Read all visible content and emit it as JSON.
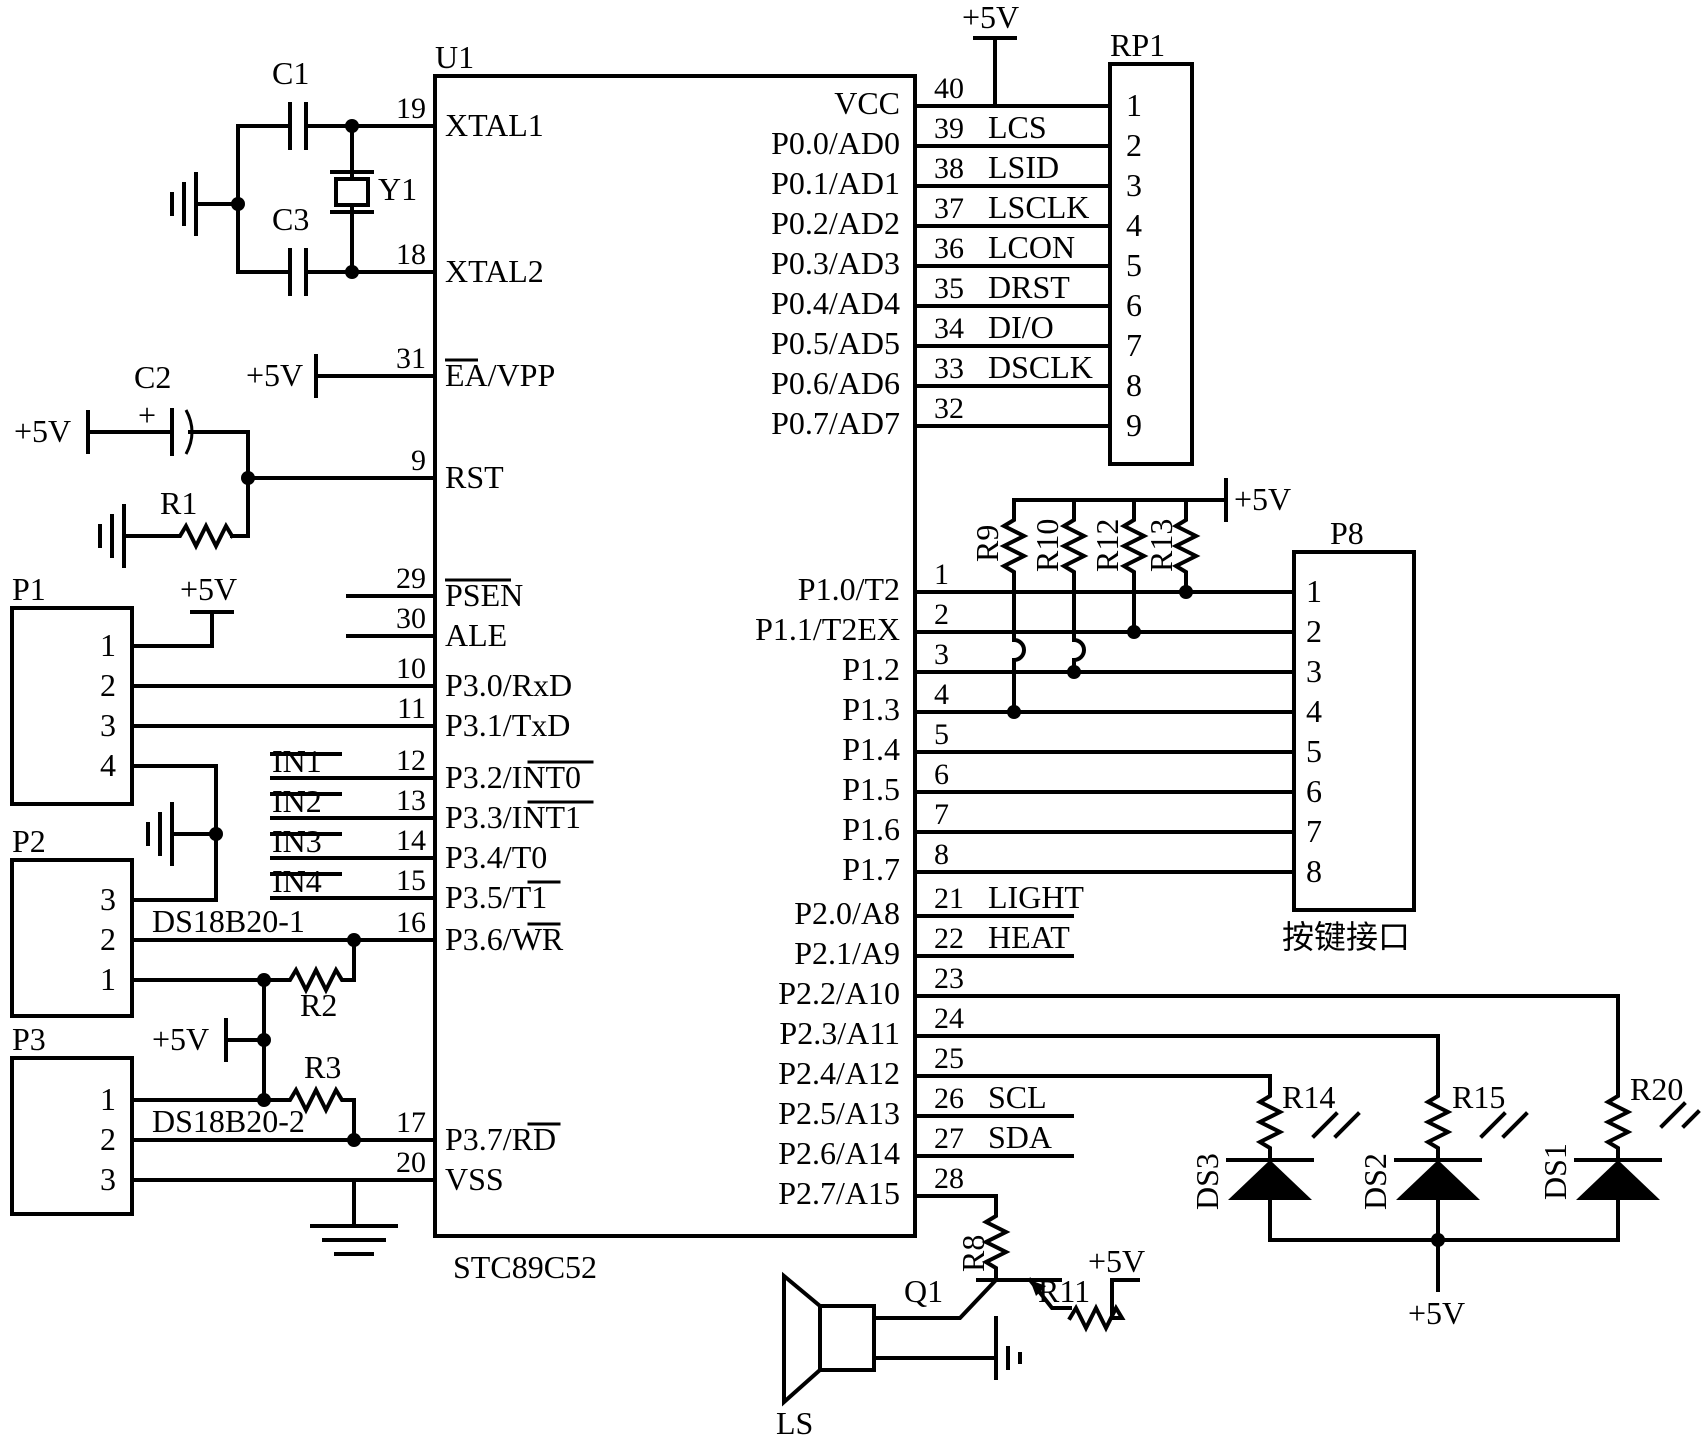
{
  "mcu": {
    "ref": "U1",
    "part": "STC89C52",
    "left_pins": [
      {
        "num": "19",
        "name": "XTAL1"
      },
      {
        "num": "18",
        "name": "XTAL2"
      },
      {
        "num": "31",
        "name": "EA/VPP"
      },
      {
        "num": "9",
        "name": "RST"
      },
      {
        "num": "29",
        "name": "PSEN"
      },
      {
        "num": "30",
        "name": "ALE"
      },
      {
        "num": "10",
        "name": "P3.0/RxD"
      },
      {
        "num": "11",
        "name": "P3.1/TxD"
      },
      {
        "num": "12",
        "name": "P3.2/INT0"
      },
      {
        "num": "13",
        "name": "P3.3/INT1"
      },
      {
        "num": "14",
        "name": "P3.4/T0"
      },
      {
        "num": "15",
        "name": "P3.5/T1"
      },
      {
        "num": "16",
        "name": "P3.6/WR"
      },
      {
        "num": "17",
        "name": "P3.7/RD"
      },
      {
        "num": "20",
        "name": "VSS"
      }
    ],
    "right_pins": [
      {
        "num": "40",
        "name": "VCC",
        "net": ""
      },
      {
        "num": "39",
        "name": "P0.0/AD0",
        "net": "LCS"
      },
      {
        "num": "38",
        "name": "P0.1/AD1",
        "net": "LSID"
      },
      {
        "num": "37",
        "name": "P0.2/AD2",
        "net": "LSCLK"
      },
      {
        "num": "36",
        "name": "P0.3/AD3",
        "net": "LCON"
      },
      {
        "num": "35",
        "name": "P0.4/AD4",
        "net": "DRST"
      },
      {
        "num": "34",
        "name": "P0.5/AD5",
        "net": "DI/O"
      },
      {
        "num": "33",
        "name": "P0.6/AD6",
        "net": "DSCLK"
      },
      {
        "num": "32",
        "name": "P0.7/AD7",
        "net": ""
      },
      {
        "num": "1",
        "name": "P1.0/T2",
        "net": ""
      },
      {
        "num": "2",
        "name": "P1.1/T2EX",
        "net": ""
      },
      {
        "num": "3",
        "name": "P1.2",
        "net": ""
      },
      {
        "num": "4",
        "name": "P1.3",
        "net": ""
      },
      {
        "num": "5",
        "name": "P1.4",
        "net": ""
      },
      {
        "num": "6",
        "name": "P1.5",
        "net": ""
      },
      {
        "num": "7",
        "name": "P1.6",
        "net": ""
      },
      {
        "num": "8",
        "name": "P1.7",
        "net": ""
      },
      {
        "num": "21",
        "name": "P2.0/A8",
        "net": "LIGHT"
      },
      {
        "num": "22",
        "name": "P2.1/A9",
        "net": "HEAT"
      },
      {
        "num": "23",
        "name": "P2.2/A10",
        "net": ""
      },
      {
        "num": "24",
        "name": "P2.3/A11",
        "net": ""
      },
      {
        "num": "25",
        "name": "P2.4/A12",
        "net": ""
      },
      {
        "num": "26",
        "name": "P2.5/A13",
        "net": "SCL"
      },
      {
        "num": "27",
        "name": "P2.6/A14",
        "net": "SDA"
      },
      {
        "num": "28",
        "name": "P2.7/A15",
        "net": ""
      }
    ]
  },
  "labels": {
    "c1": "C1",
    "c2": "C2",
    "c3": "C3",
    "y1": "Y1",
    "r1": "R1",
    "r2": "R2",
    "r3": "R3",
    "r8": "R8",
    "r9": "R9",
    "r10": "R10",
    "r11": "R11",
    "r12": "R12",
    "r13": "R13",
    "r14": "R14",
    "r15": "R15",
    "r20": "R20",
    "ds1": "DS1",
    "ds2": "DS2",
    "ds3": "DS3",
    "q1": "Q1",
    "ls": "LS",
    "plus": "+",
    "vcc": "+5V",
    "in1": "IN1",
    "in2": "IN2",
    "in3": "IN3",
    "in4": "IN4",
    "ds18b20_1": "DS18B20-1",
    "ds18b20_2": "DS18B20-2"
  },
  "connectors": {
    "rp1": {
      "ref": "RP1",
      "pins": [
        "1",
        "2",
        "3",
        "4",
        "5",
        "6",
        "7",
        "8",
        "9"
      ]
    },
    "p8": {
      "ref": "P8",
      "caption": "按键接口",
      "pins": [
        "1",
        "2",
        "3",
        "4",
        "5",
        "6",
        "7",
        "8"
      ]
    },
    "p1": {
      "ref": "P1",
      "pins": [
        "1",
        "2",
        "3",
        "4"
      ]
    },
    "p2": {
      "ref": "P2",
      "pins": [
        "3",
        "2",
        "1"
      ]
    },
    "p3": {
      "ref": "P3",
      "pins": [
        "1",
        "2",
        "3"
      ]
    }
  }
}
